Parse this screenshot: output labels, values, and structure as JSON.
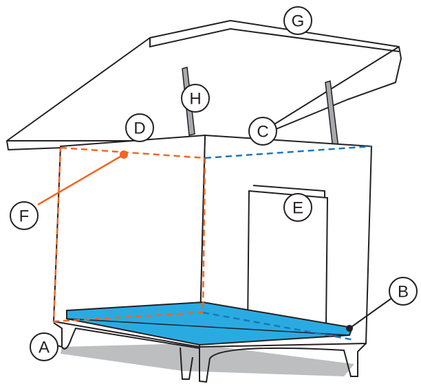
{
  "labels": {
    "a": "A",
    "b": "B",
    "c": "C",
    "d": "D",
    "e": "E",
    "f": "F",
    "g": "G",
    "h": "H"
  },
  "colors": {
    "outline": "#231f20",
    "floor": "#29abe2",
    "orange_dashes": "#f26522",
    "blue_dashes": "#1c75bc",
    "shadow": "#bcbec0"
  }
}
